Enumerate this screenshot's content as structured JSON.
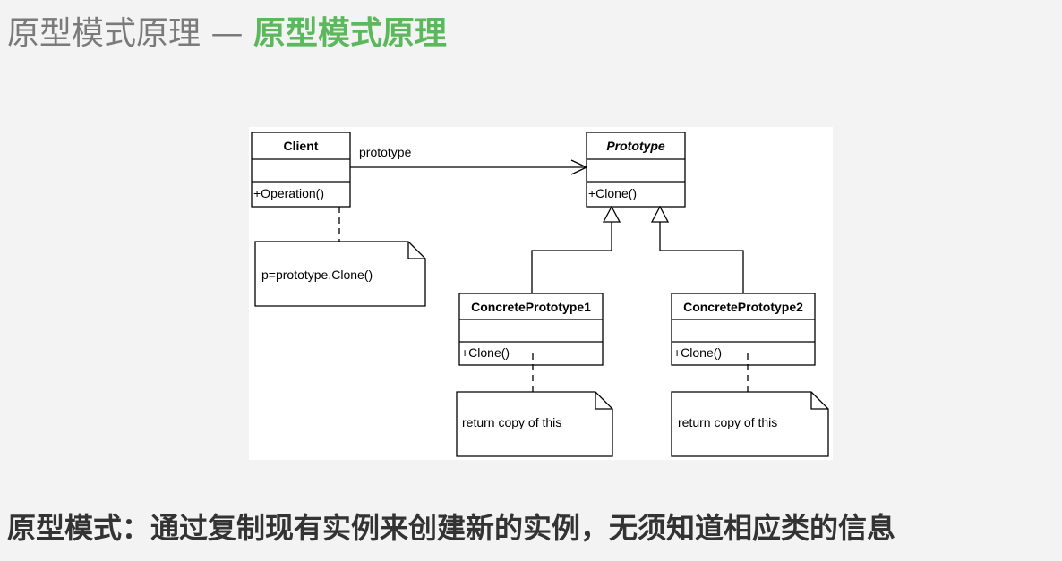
{
  "header": {
    "title_main": "原型模式原理",
    "separator": "—",
    "title_highlight": "原型模式原理"
  },
  "diagram": {
    "client": {
      "name": "Client",
      "method": "+Operation()"
    },
    "association_label": "prototype",
    "client_note": "p=prototype.Clone()",
    "prototype": {
      "name": "Prototype",
      "method": "+Clone()"
    },
    "concrete1": {
      "name": "ConcretePrototype1",
      "method": "+Clone()",
      "note": "return copy of this"
    },
    "concrete2": {
      "name": "ConcretePrototype2",
      "method": "+Clone()",
      "note": "return copy of this"
    }
  },
  "footer": {
    "text": "原型模式：通过复制现有实例来创建新的实例，无须知道相应类的信息"
  },
  "colors": {
    "title_gray": "#7a7a7a",
    "accent_green": "#5cb85c",
    "footer_text": "#333333"
  }
}
